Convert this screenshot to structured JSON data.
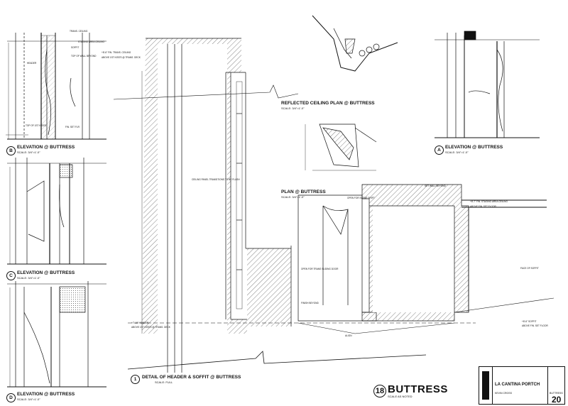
{
  "sheet": {
    "number": "18",
    "title": "BUTTRESS",
    "scale": "SCALE AS NOTED"
  },
  "views": {
    "elevation_b": {
      "bubble": "B",
      "title": "ELEVATION @ BUTTRESS",
      "scale": "SCALE: 3/4\"=1'-0\""
    },
    "elevation_c": {
      "bubble": "C",
      "title": "ELEVATION @ BUTTRESS",
      "scale": "SCALE: 3/4\"=1'-0\""
    },
    "elevation_d": {
      "bubble": "D",
      "title": "ELEVATION @ BUTTRESS",
      "scale": "SCALE: 3/4\"=1'-0\""
    },
    "elevation_a": {
      "bubble": "A",
      "title": "ELEVATION @ BUTTRESS",
      "scale": "SCALE: 3/4\"=1'-0\""
    },
    "detail_1": {
      "bubble": "1",
      "title": "DETAIL OF HEADER & SOFFIT @ BUTTRESS",
      "scale": "SCALE: FULL"
    },
    "rcp": {
      "title": "REFLECTED CEILING PLAN @ BUTTRESS",
      "scale": "SCALE: 3/4\"=1'-0\""
    },
    "plan": {
      "title": "PLAN @ BUTTRESS",
      "scale": "SCALE: 3/4\"=1'-0\""
    }
  },
  "notes": {
    "trans_ceiling": "+8'-6\" FIN. TRANS. CEILING",
    "above_kiss": "ABOVE 1ST KISS'S @ TRANS. DECK",
    "header": "+7'-10\" HEADER",
    "header_above": "ABOVE 1ST KISS'S @ TRANS. DECK",
    "staging": "+8'-7\" FIN. STAGING AREA CEILING",
    "above_floor": "ABOVE FIN. SET FLOOR",
    "soffit": "+8'-6\" SOFFIT",
    "soffit_above": "ABOVE FIN. SET FLOOR",
    "face_soffit": "FACE OF SOFFIT",
    "align": "ALIGN",
    "set_wall": "SET WALL BEYOND",
    "open_scene": "OPEN FOR SCENE SHIFT",
    "finish": "FINISH BEYOND",
    "open_trans": "OPEN FOR TRANS SLIDING DOOR",
    "ceiling_panel": "CEILING PANEL TRANSITIONS TO BE FLUSH",
    "trans_ceiling_small": "TRANS. CEILING",
    "staging_small": "STAGING AREA CEILING",
    "header_small": "HEADER",
    "soffit_small": "SOFFIT",
    "top_wall": "TOP OF WALL BEYOND",
    "fin_set": "FIN. SET FLR",
    "top_of": "TOP OF 1ST KISS'S"
  },
  "title_block": {
    "project": "LA CANTINA PORTCH",
    "designer": "KEVIN CROSS",
    "sheet_no": "20",
    "label_small": "BUTTRESS"
  }
}
